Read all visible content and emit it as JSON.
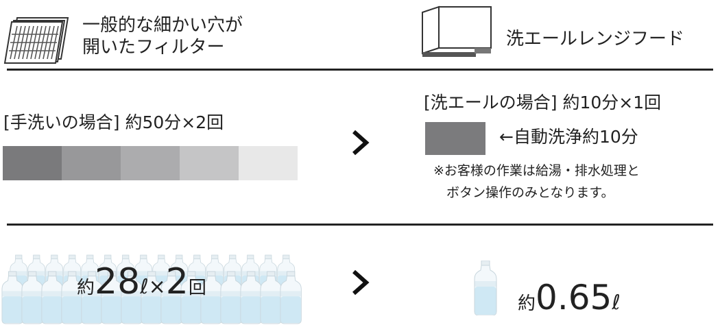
{
  "header": {
    "left_title_line1": "一般的な細かい穴が",
    "left_title_line2": "開いたフィルター",
    "right_title": "洗エールレンジフード",
    "filter_icon": "filter-stack-icon",
    "hood_icon": "range-hood-icon"
  },
  "cleaning": {
    "manual_label": "[手洗いの場合] 約50分×2回",
    "manual_bar_colors": [
      "#7a7a7c",
      "#98989a",
      "#acacae",
      "#c5c5c6",
      "#e8e8e8"
    ],
    "auto_label": "[洗エールの場合] 約10分×1回",
    "auto_bar_color": "#7b7b7d",
    "auto_note": "←自動洗浄約10分",
    "footnote_line1": "※お客様の作業は給湯・排水処理と",
    "footnote_line2": "ボタン操作のみとなります。",
    "compare_icon": "chevron-right-icon"
  },
  "water": {
    "left_prefix": "約",
    "left_number": "28",
    "left_unit": "ℓ",
    "left_times": "×",
    "left_count": "2",
    "left_suffix": "回",
    "right_prefix": "約",
    "right_number": "0.65",
    "right_unit": "ℓ",
    "bottle_icon": "water-bottle-icon",
    "bottle_color": "#cfe8f4",
    "compare_icon": "chevron-right-icon"
  }
}
